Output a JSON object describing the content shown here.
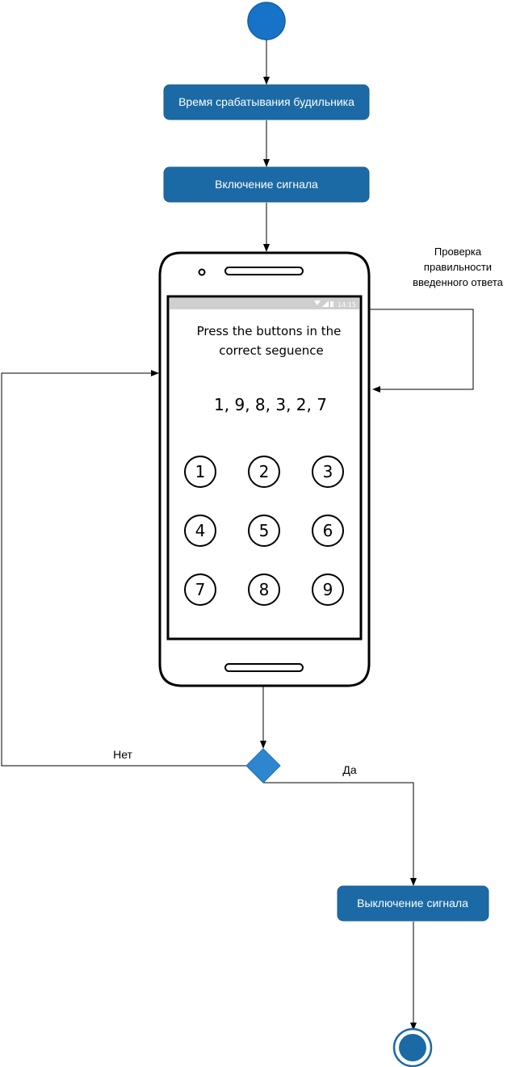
{
  "colors": {
    "node_fill": "#1b6aa5",
    "node_border": "#1a5f94",
    "start_fill": "#1673c8",
    "diamond_fill": "#2e86cf",
    "edge": "#000000",
    "phone_status_bar": "#cfcfcf"
  },
  "diagram": {
    "nodes": {
      "alarm_time": "Время срабатывания будильника",
      "signal_on": "Включение сигнала",
      "signal_off": "Выключение сигнала"
    },
    "notes": {
      "check_answer": [
        "Проверка",
        "правильности",
        "введенного ответа"
      ]
    },
    "edges": {
      "no": "Нет",
      "yes": "Да"
    }
  },
  "phone": {
    "status_time": "14:15",
    "title_lines": [
      "Press the buttons in the",
      "correct seguence"
    ],
    "sequence": "1, 9, 8, 3, 2, 7",
    "keys": [
      "1",
      "2",
      "3",
      "4",
      "5",
      "6",
      "7",
      "8",
      "9"
    ]
  }
}
